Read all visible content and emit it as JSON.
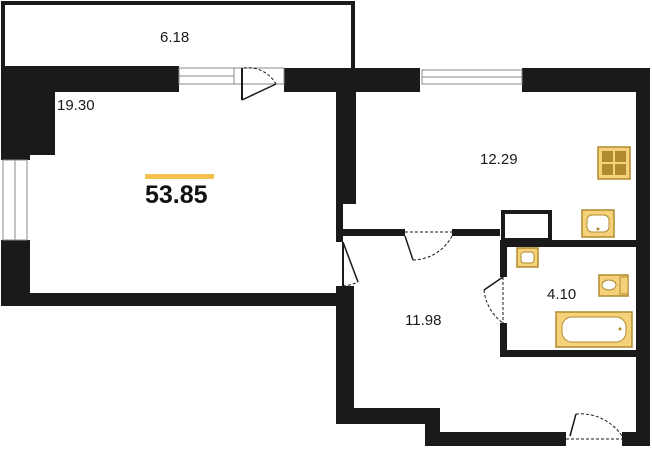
{
  "floorplan": {
    "total_area": "53.85",
    "rooms": [
      {
        "id": "balcony",
        "area": "6.18"
      },
      {
        "id": "living-room",
        "area": "19.30"
      },
      {
        "id": "kitchen",
        "area": "12.29"
      },
      {
        "id": "hallway",
        "area": "11.98"
      },
      {
        "id": "bathroom",
        "area": "4.10"
      }
    ]
  },
  "colors": {
    "wall": "#1a1a1a",
    "fixture_fill": "#f5d27a",
    "fixture_stroke": "#b08a2e",
    "accent_bar": "#f2c14e",
    "window_line": "#8a8a8a"
  },
  "icons": [
    "stove-icon",
    "sink-icon",
    "washbasin-icon",
    "toilet-icon",
    "bathtub-icon",
    "door-swing-icon",
    "window-icon"
  ]
}
